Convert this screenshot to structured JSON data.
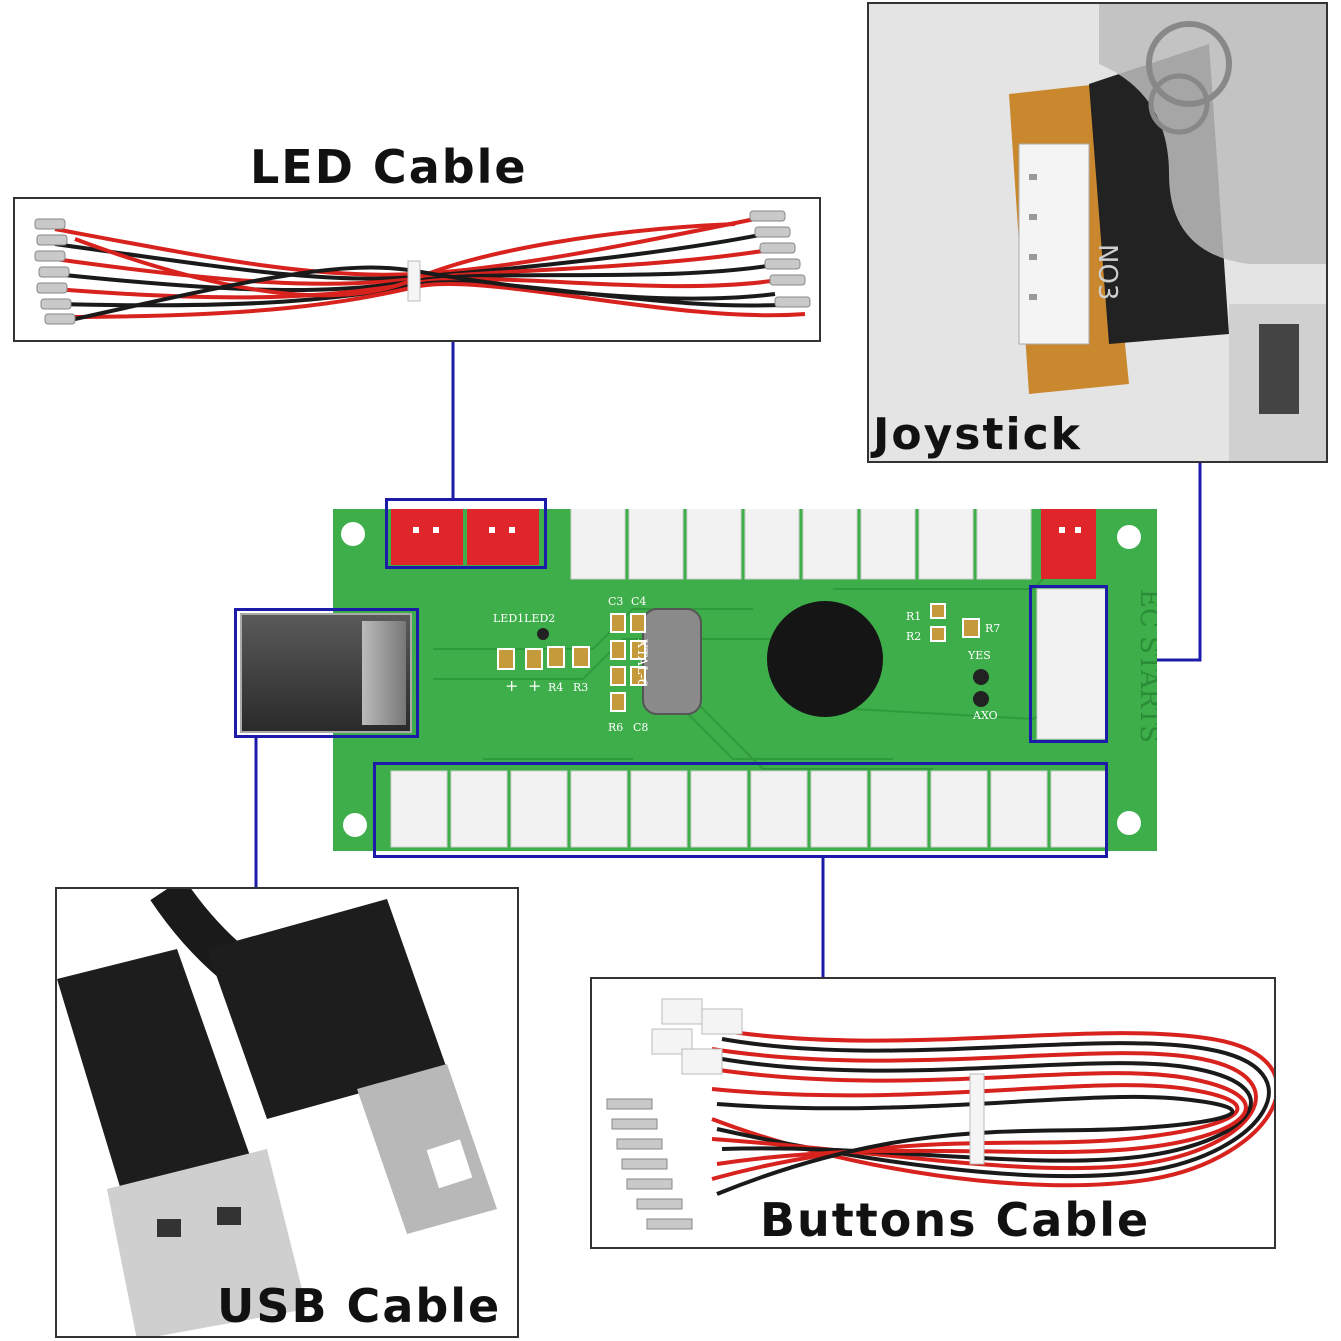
{
  "labels": {
    "led_cable": "LED Cable",
    "joystick": "Joystick",
    "usb_cable": "USB Cable",
    "buttons_cable": "Buttons Cable"
  },
  "board_silkscreen": {
    "led1_led2": "LED1LED2",
    "c3": "C3",
    "c4": "C4",
    "xtal": "XTAL-6",
    "r1": "R1",
    "r2": "R2",
    "r7": "R7",
    "r3": "R3",
    "r4": "R4",
    "r6": "R6",
    "c8": "C8",
    "yes": "YES",
    "axo": "AXO",
    "ec_starts": "EC STARTS",
    "plus1": "+",
    "plus2": "+"
  },
  "usb_plug_text": {
    "no3": "NO3"
  },
  "colors": {
    "board_green": "#3dae4a",
    "connector_red": "#e0262b",
    "connector_white": "#f2f2f2",
    "highlight_blue": "#1c1ca8",
    "wire_red": "#d8221e",
    "wire_black": "#1a1a1a"
  }
}
